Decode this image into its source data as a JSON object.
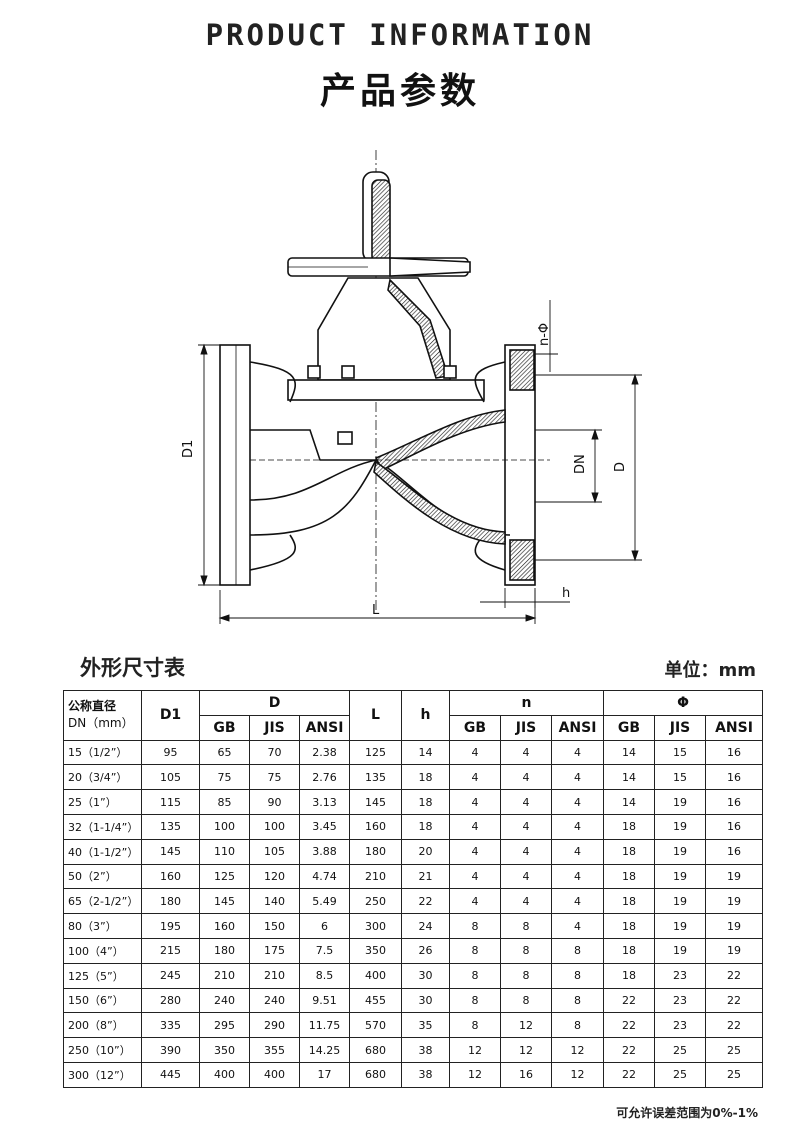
{
  "header": {
    "title_en": "PRODUCT INFORMATION",
    "title_cn": "产品参数"
  },
  "drawing": {
    "labels": {
      "d1": "D1",
      "dn": "DN",
      "d": "D",
      "l": "L",
      "h": "h",
      "n_phi": "n-Φ"
    }
  },
  "section": {
    "title": "外形尺寸表",
    "unit": "单位：mm"
  },
  "table": {
    "head": {
      "nominal_line1": "公称直径",
      "nominal_line2": "DN（mm）",
      "d1": "D1",
      "d": "D",
      "l": "L",
      "h": "h",
      "n": "n",
      "phi": "Φ",
      "gb": "GB",
      "jis": "JIS",
      "ansi": "ANSI"
    },
    "rows": [
      [
        "15（1/2”）",
        "95",
        "65",
        "70",
        "2.38",
        "125",
        "14",
        "4",
        "4",
        "4",
        "14",
        "15",
        "16"
      ],
      [
        "20（3/4”）",
        "105",
        "75",
        "75",
        "2.76",
        "135",
        "18",
        "4",
        "4",
        "4",
        "14",
        "15",
        "16"
      ],
      [
        "25（1”）",
        "115",
        "85",
        "90",
        "3.13",
        "145",
        "18",
        "4",
        "4",
        "4",
        "14",
        "19",
        "16"
      ],
      [
        "32（1-1/4”）",
        "135",
        "100",
        "100",
        "3.45",
        "160",
        "18",
        "4",
        "4",
        "4",
        "18",
        "19",
        "16"
      ],
      [
        "40（1-1/2”）",
        "145",
        "110",
        "105",
        "3.88",
        "180",
        "20",
        "4",
        "4",
        "4",
        "18",
        "19",
        "16"
      ],
      [
        "50（2”）",
        "160",
        "125",
        "120",
        "4.74",
        "210",
        "21",
        "4",
        "4",
        "4",
        "18",
        "19",
        "19"
      ],
      [
        "65（2-1/2”）",
        "180",
        "145",
        "140",
        "5.49",
        "250",
        "22",
        "4",
        "4",
        "4",
        "18",
        "19",
        "19"
      ],
      [
        "80（3”）",
        "195",
        "160",
        "150",
        "6",
        "300",
        "24",
        "8",
        "8",
        "4",
        "18",
        "19",
        "19"
      ],
      [
        "100（4”）",
        "215",
        "180",
        "175",
        "7.5",
        "350",
        "26",
        "8",
        "8",
        "8",
        "18",
        "19",
        "19"
      ],
      [
        "125（5”）",
        "245",
        "210",
        "210",
        "8.5",
        "400",
        "30",
        "8",
        "8",
        "8",
        "18",
        "23",
        "22"
      ],
      [
        "150（6”）",
        "280",
        "240",
        "240",
        "9.51",
        "455",
        "30",
        "8",
        "8",
        "8",
        "22",
        "23",
        "22"
      ],
      [
        "200（8”）",
        "335",
        "295",
        "290",
        "11.75",
        "570",
        "35",
        "8",
        "12",
        "8",
        "22",
        "23",
        "22"
      ],
      [
        "250（10”）",
        "390",
        "350",
        "355",
        "14.25",
        "680",
        "38",
        "12",
        "12",
        "12",
        "22",
        "25",
        "25"
      ],
      [
        "300（12”）",
        "445",
        "400",
        "400",
        "17",
        "680",
        "38",
        "12",
        "16",
        "12",
        "22",
        "25",
        "25"
      ]
    ]
  },
  "footer": {
    "tolerance_note": "可允许误差范围为0%-1%"
  }
}
